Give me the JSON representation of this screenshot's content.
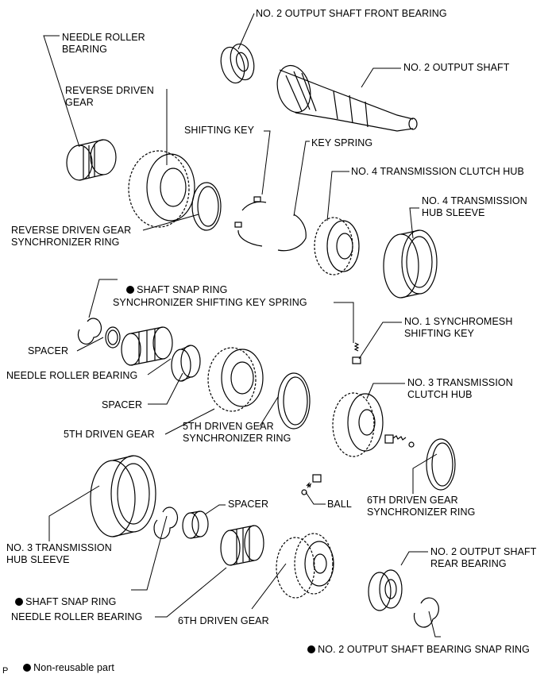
{
  "labels": {
    "front_bearing": "NO. 2 OUTPUT SHAFT FRONT BEARING",
    "needle_bearing_top": "NEEDLE ROLLER\nBEARING",
    "output_shaft": "NO. 2 OUTPUT SHAFT",
    "reverse_gear": "REVERSE DRIVEN\nGEAR",
    "shifting_key": "SHIFTING KEY",
    "key_spring": "KEY SPRING",
    "clutch_hub_4": "NO. 4 TRANSMISSION CLUTCH HUB",
    "hub_sleeve_4": "NO. 4 TRANSMISSION\nHUB SLEEVE",
    "reverse_sync_ring": "REVERSE DRIVEN GEAR\nSYNCHRONIZER RING",
    "snap_ring_1": "SHAFT SNAP RING",
    "sync_key_spring": "SYNCHRONIZER SHIFTING KEY SPRING",
    "sync_shifting_key": "NO. 1 SYNCHROMESH\nSHIFTING KEY",
    "spacer_1": "SPACER",
    "needle_bearing_mid": "NEEDLE ROLLER BEARING",
    "clutch_hub_3": "NO. 3 TRANSMISSION\nCLUTCH HUB",
    "spacer_2": "SPACER",
    "gear_5th": "5TH DRIVEN GEAR",
    "sync_ring_5th": "5TH DRIVEN GEAR\nSYNCHRONIZER RING",
    "ball": "BALL",
    "sync_ring_6th": "6TH DRIVEN GEAR\nSYNCHRONIZER RING",
    "spacer_3": "SPACER",
    "hub_sleeve_3": "NO. 3 TRANSMISSION\nHUB SLEEVE",
    "rear_bearing": "NO. 2 OUTPUT SHAFT\nREAR BEARING",
    "snap_ring_2": "SHAFT SNAP RING",
    "needle_bearing_low": "NEEDLE ROLLER BEARING",
    "gear_6th": "6TH DRIVEN GEAR",
    "bearing_snap_ring": "NO. 2 OUTPUT SHAFT BEARING SNAP RING"
  },
  "legend": {
    "text": "Non-reusable part",
    "corner_code": "P"
  }
}
